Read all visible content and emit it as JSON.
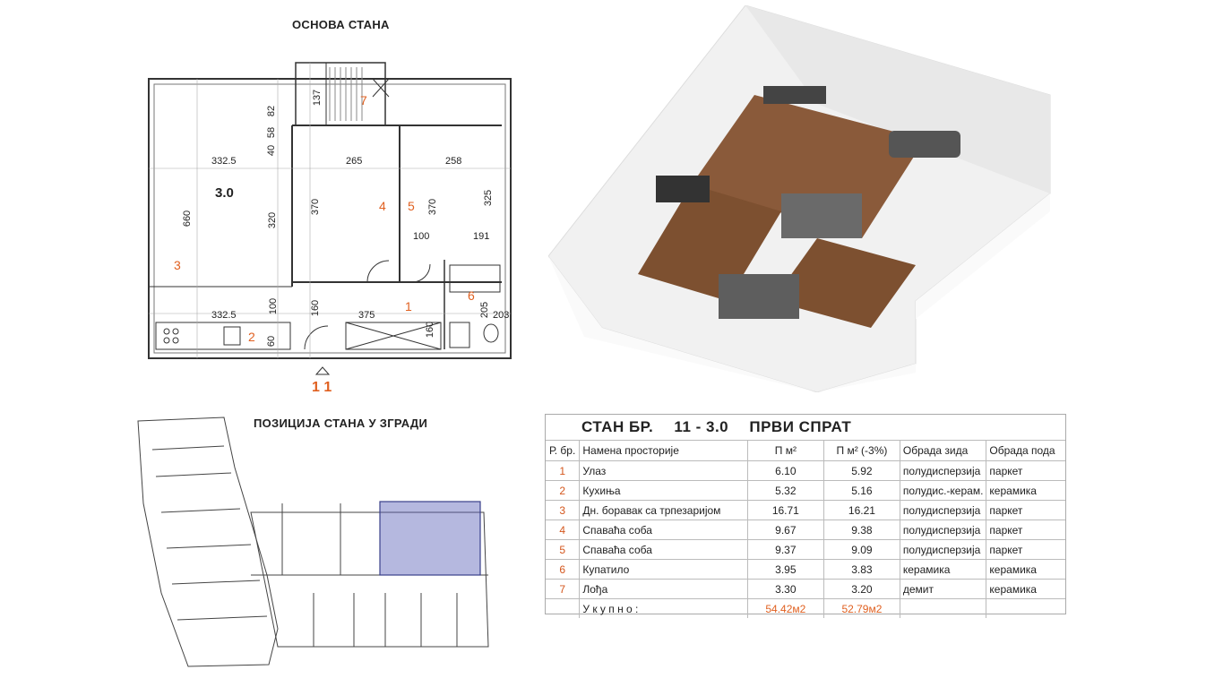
{
  "plan": {
    "title": "ОСНОВА СТАНА",
    "apt_label": "3.0",
    "entrance_label": "1 1",
    "dims": {
      "d1": "332.5",
      "d2": "265",
      "d3": "258",
      "d4": "660",
      "d5": "320",
      "d6": "370",
      "d7": "370",
      "d8": "325",
      "d9": "100",
      "d10": "191",
      "d11": "332.5",
      "d12": "100",
      "d13": "160",
      "d14": "375",
      "d15": "205",
      "d16": "203",
      "d17": "60",
      "d18": "160",
      "d19": "137",
      "d20": "82",
      "d21": "58",
      "d22": "40"
    },
    "rooms": {
      "r1": "1",
      "r2": "2",
      "r3": "3",
      "r4": "4",
      "r5": "5",
      "r6": "6",
      "r7": "7"
    }
  },
  "position": {
    "title": "ПОЗИЦИЈА СТАНА У ЗГРАДИ"
  },
  "table": {
    "head": {
      "label": "СТАН БР.",
      "number": "11 - 3.0",
      "floor": "ПРВИ СПРАТ"
    },
    "columns": {
      "no": "Р. бр.",
      "name": "Намена просторије",
      "area": "П м²",
      "area_red": "П м² (-3%)",
      "wall": "Обрада зида",
      "floor": "Обрада пода"
    },
    "rows": [
      {
        "no": "1",
        "name": "Улаз",
        "a": "6.10",
        "b": "5.92",
        "wall": "полудисперзија",
        "floor": "паркет"
      },
      {
        "no": "2",
        "name": "Кухиња",
        "a": "5.32",
        "b": "5.16",
        "wall": "полудис.-керам.",
        "floor": "керамика"
      },
      {
        "no": "3",
        "name": "Дн. боравак са трпезаријом",
        "a": "16.71",
        "b": "16.21",
        "wall": "полудисперзија",
        "floor": "паркет"
      },
      {
        "no": "4",
        "name": "Спаваћа соба",
        "a": "9.67",
        "b": "9.38",
        "wall": "полудисперзија",
        "floor": "паркет"
      },
      {
        "no": "5",
        "name": "Спаваћа соба",
        "a": "9.37",
        "b": "9.09",
        "wall": "полудисперзија",
        "floor": "паркет"
      },
      {
        "no": "6",
        "name": "Купатило",
        "a": "3.95",
        "b": "3.83",
        "wall": "керамика",
        "floor": "керамика"
      },
      {
        "no": "7",
        "name": "Лођа",
        "a": "3.30",
        "b": "3.20",
        "wall": "демит",
        "floor": "керамика"
      }
    ],
    "total": {
      "label": "У к у п н о :",
      "a": "54.42м2",
      "b": "52.79м2"
    }
  }
}
